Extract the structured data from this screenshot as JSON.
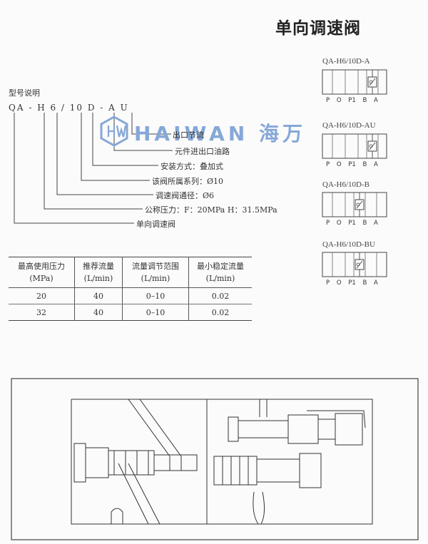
{
  "page_title": "单向调速阀",
  "models": [
    {
      "code": "QA-H6/10D-A",
      "ports": [
        "P",
        "O",
        "P1",
        "B",
        "A"
      ]
    },
    {
      "code": "QA-H6/10D-AU",
      "ports": [
        "P",
        "O",
        "P1",
        "B",
        "A"
      ]
    },
    {
      "code": "QA-H6/10D-B",
      "ports": [
        "P",
        "O",
        "P1",
        "B",
        "A"
      ]
    },
    {
      "code": "QA-H6/10D-BU",
      "ports": [
        "P",
        "O",
        "P1",
        "B",
        "A"
      ]
    }
  ],
  "model_explanation": {
    "title": "型号说明",
    "code": "QA - H 6 / 10 D - A U",
    "items": [
      "出口节流",
      "元件进出口油路",
      "安装方式：叠加式",
      "该阀所属系列：Ø10",
      "调速阀通径：Ø6",
      "公称压力：F：20MPa   H：31.5MPa",
      "单向调速阀"
    ]
  },
  "watermark": {
    "text": "HAIWAN",
    "cn": "海万"
  },
  "spec_table": {
    "headers": [
      [
        "最高使用压力",
        "(MPa)"
      ],
      [
        "推荐流量",
        "(L/min)"
      ],
      [
        "流量调节范围",
        "(L/min)"
      ],
      [
        "最小稳定流量",
        "(L/min)"
      ]
    ],
    "rows": [
      [
        "20",
        "40",
        "0–10",
        "0.02"
      ],
      [
        "32",
        "40",
        "0–10",
        "0.02"
      ]
    ]
  }
}
